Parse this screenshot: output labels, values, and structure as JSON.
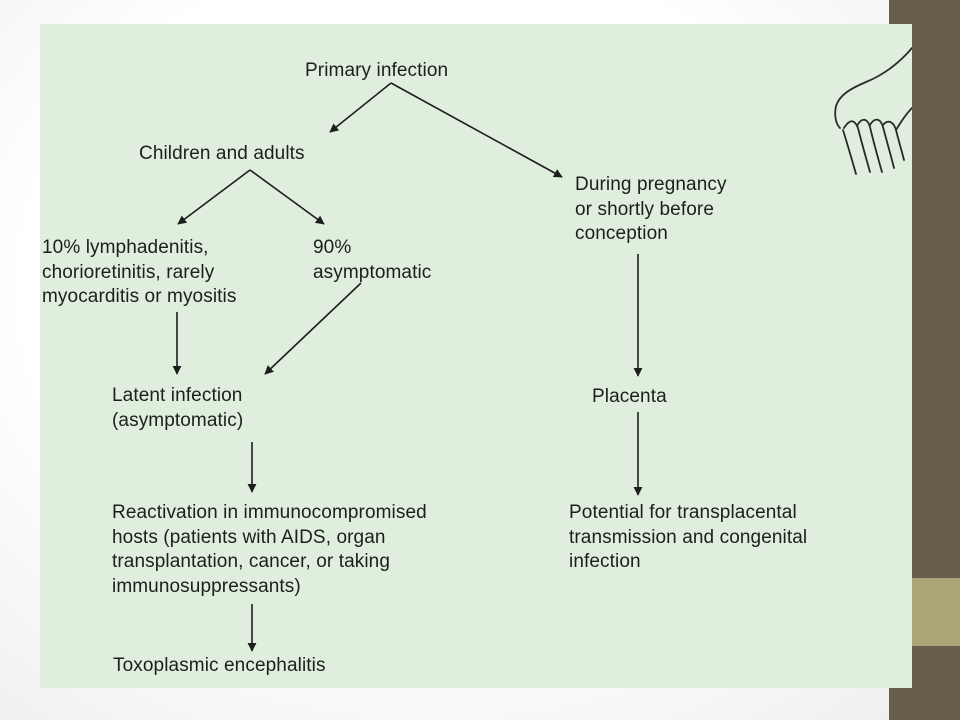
{
  "diagram": {
    "nodes": {
      "primary_infection": "Primary infection",
      "children_adults": "Children and adults",
      "pregnancy": "During pregnancy\nor shortly before\nconception",
      "symptomatic_10": "10% lymphadenitis,\nchorioretinitis, rarely\nmyocarditis or myositis",
      "asymptomatic_90": "90%\nasymptomatic",
      "latent_infection": "Latent infection\n(asymptomatic)",
      "placenta": "Placenta",
      "reactivation": "Reactivation in immunocompromised\nhosts (patients with AIDS, organ\ntransplantation, cancer, or taking\nimmunosuppressants)",
      "transplacental": "Potential for transplacental\ntransmission and congenital\ninfection",
      "encephalitis": "Toxoplasmic encephalitis"
    },
    "edges": [
      [
        "primary_infection",
        "children_adults"
      ],
      [
        "primary_infection",
        "pregnancy"
      ],
      [
        "children_adults",
        "symptomatic_10"
      ],
      [
        "children_adults",
        "asymptomatic_90"
      ],
      [
        "symptomatic_10",
        "latent_infection"
      ],
      [
        "asymptomatic_90",
        "latent_infection"
      ],
      [
        "pregnancy",
        "placenta"
      ],
      [
        "latent_infection",
        "reactivation"
      ],
      [
        "placenta",
        "transplacental"
      ],
      [
        "reactivation",
        "encephalitis"
      ]
    ]
  },
  "colors": {
    "panel_background": "#dfeedd",
    "text": "#1e1e1e",
    "sidebar": "#675d48",
    "sidebar_accent": "#aba477"
  },
  "decorations": {
    "hand_icon": "hand-outline-drawing"
  }
}
